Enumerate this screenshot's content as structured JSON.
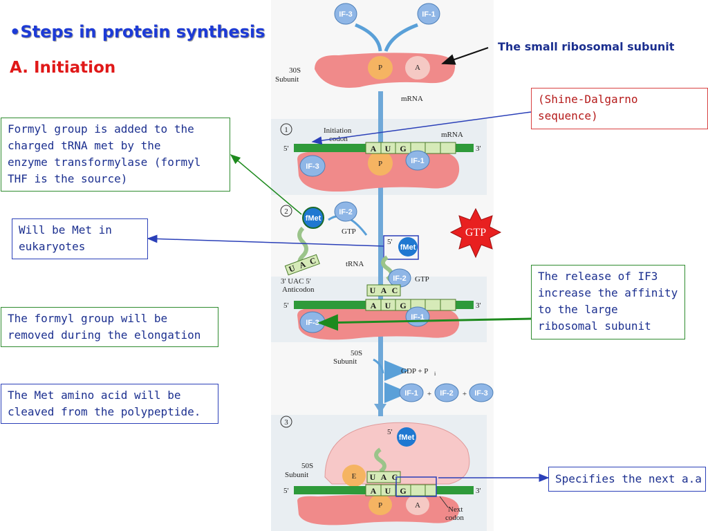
{
  "slide": {
    "title": "•Steps in protein synthesis",
    "subtitle": "A. Initiation",
    "top_note": "The small ribosomal subunit"
  },
  "notes": {
    "formyl_added": [
      "Formyl group is added to the",
      "charged tRNA met by the",
      "enzyme transformylase (formyl",
      "THF is the source)"
    ],
    "met_eukaryotes": [
      "Will be Met in",
      "eukaryotes"
    ],
    "formyl_removed": [
      "The formyl group will be",
      "removed during the elongation"
    ],
    "met_cleaved": [
      "The Met amino acid will be",
      "cleaved from the polypeptide."
    ],
    "shine_dalgarno": [
      "(Shine-Dalgarno",
      "sequence)"
    ],
    "if3_release": [
      "The release of IF3",
      "increase the affinity",
      "to the large",
      "ribosomal subunit"
    ],
    "next_aa": "Specifies the next a.a"
  },
  "figure": {
    "if3": "IF-3",
    "if1": "IF-1",
    "if2": "IF-2",
    "label_30s": [
      "30S",
      "Subunit"
    ],
    "label_50s": [
      "50S",
      "Subunit"
    ],
    "p_site": "P",
    "a_site": "A",
    "e_site": "E",
    "mrna": "mRNA",
    "initiation_codon": [
      "Initiation",
      "codon"
    ],
    "five_prime": "5'",
    "three_prime": "3'",
    "step1": "1",
    "step2": "2",
    "step3": "3",
    "gtp": "GTP",
    "gdp_pi": "GDP + P",
    "pi_sub": "i",
    "plus": "+",
    "fmet": "fMet",
    "trna": "tRNA",
    "anticodon": [
      "3' UAC 5'",
      "Anticodon"
    ],
    "codons": [
      "A",
      "U",
      "G"
    ],
    "anticodon_bases": [
      "U",
      "A",
      "C"
    ],
    "next_codon": [
      "Next",
      "codon"
    ],
    "gtp_star": "GTP"
  },
  "colors": {
    "title_blue": "#1d3bd6",
    "subtitle_red": "#e01818",
    "note_text": "#1b2f8f",
    "ribosome": "#f08a8a",
    "mrna_green": "#2e9a3a",
    "if_blue": "#8fb6e6",
    "fmet_blue": "#1f78d1",
    "gtp_star": "#e82020"
  }
}
